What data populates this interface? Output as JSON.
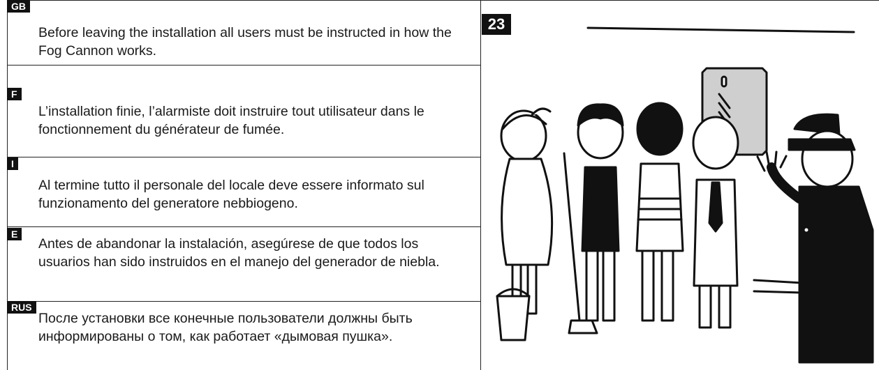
{
  "figure_number": "23",
  "sections": [
    {
      "lang": "GB",
      "text": "Before leaving the installation all users must be instructed in how the Fog Cannon works."
    },
    {
      "lang": "F",
      "text": "L’installation finie, l’alarmiste doit instruire tout utilisateur dans le fonctionnement du générateur de fumée."
    },
    {
      "lang": "I",
      "text": "Al termine tutto il personale del locale deve essere informato sul funzionamento del generatore nebbiogeno."
    },
    {
      "lang": "E",
      "text": "Antes de abandonar la instalación, asegúrese de que todos los usuarios han sido instruidos en el manejo del generador de niebla."
    },
    {
      "lang": "RUS",
      "text": "После установки все конечные пользователи должны быть информированы о том, как работает «дымовая пушка»."
    }
  ]
}
